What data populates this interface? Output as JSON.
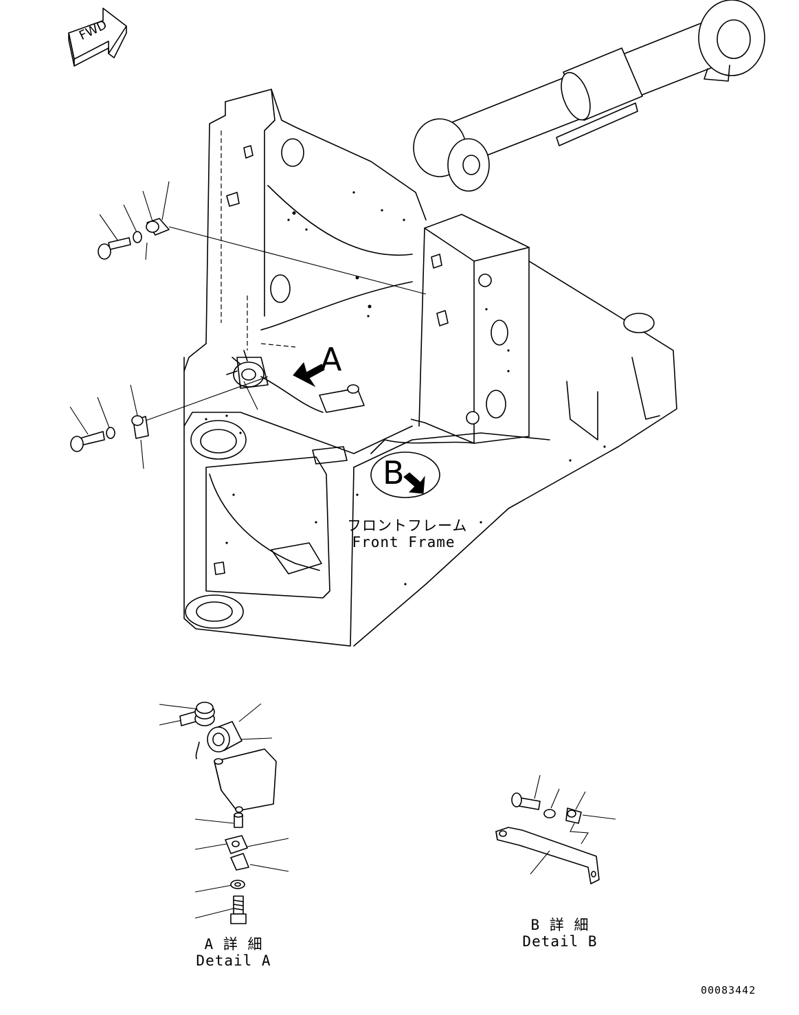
{
  "arrow": {
    "label": "FWD"
  },
  "callouts": {
    "a": "A",
    "b": "B"
  },
  "front_frame": {
    "jp": "フロントフレーム",
    "en": "Front Frame"
  },
  "detail_a": {
    "jp": "A 詳 細",
    "en": "Detail A"
  },
  "detail_b": {
    "jp": "B 詳 細",
    "en": "Detail B"
  },
  "doc_number": "00083442",
  "icons": [
    "fwd-arrow-icon",
    "callout-arrow-a-icon",
    "callout-arrow-b-icon"
  ]
}
